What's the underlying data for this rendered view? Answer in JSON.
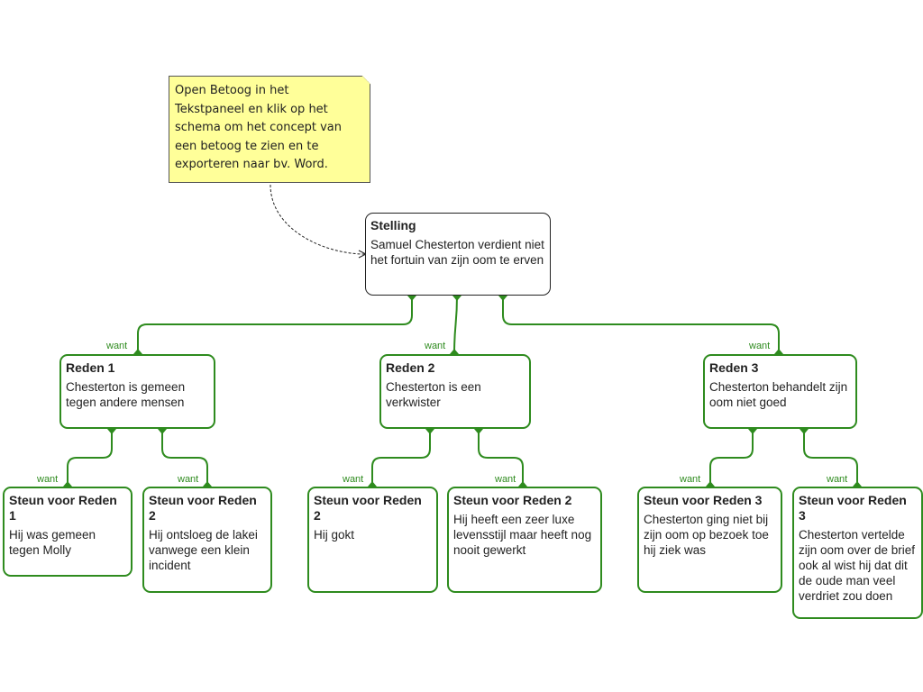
{
  "note": {
    "lines": [
      "Open Betoog in het",
      "Tekstpaneel en klik op het",
      "schema om het concept van",
      "een betoog te zien en te",
      "exporteren naar bv. Word."
    ]
  },
  "claim": {
    "title": "Stelling",
    "text": "Samuel Chesterton verdient niet het fortuin van zijn oom te erven"
  },
  "connector_label": "want",
  "reasons": [
    {
      "title": "Reden 1",
      "text": "Chesterton is gemeen tegen andere mensen",
      "support": [
        {
          "title": "Steun voor Reden 1",
          "text": "Hij was gemeen tegen Molly"
        },
        {
          "title": "Steun voor Reden 2",
          "text": "Hij ontsloeg de lakei vanwege een klein incident"
        }
      ]
    },
    {
      "title": "Reden 2",
      "text": "Chesterton is een verkwister",
      "support": [
        {
          "title": "Steun voor Reden 2",
          "text": "Hij gokt"
        },
        {
          "title": "Steun voor Reden 2",
          "text": "Hij heeft een zeer luxe levensstijl maar heeft nog nooit gewerkt"
        }
      ]
    },
    {
      "title": "Reden 3",
      "text": "Chesterton behandelt zijn oom niet goed",
      "support": [
        {
          "title": "Steun voor Reden 3",
          "text": "Chesterton ging niet bij zijn oom op bezoek toe hij ziek was"
        },
        {
          "title": "Steun voor Reden 3",
          "text": "Chesterton vertelde zijn oom over de brief ook al wist hij dat dit de oude man veel verdriet zou doen"
        }
      ]
    }
  ],
  "colors": {
    "link": "#2e8b1e",
    "note_bg": "#ffff99",
    "claim_border": "#222222"
  }
}
